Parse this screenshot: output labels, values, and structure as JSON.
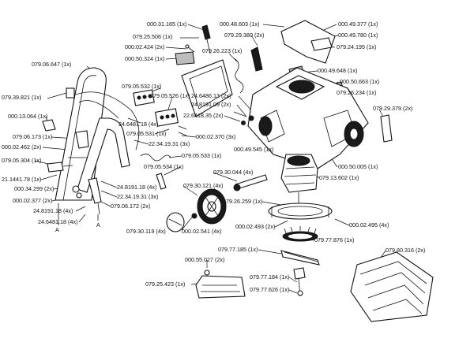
{
  "labels": [
    {
      "id": "l1",
      "text": "000.31.165 (1x)"
    },
    {
      "id": "l2",
      "text": "079.25.506 (1x)"
    },
    {
      "id": "l3",
      "text": "000.02.424 (2x)"
    },
    {
      "id": "l4",
      "text": "000.50.324 (1x)"
    },
    {
      "id": "l5",
      "text": "079.26.223 (1x)"
    },
    {
      "id": "l6",
      "text": "000.48.603 (1x)"
    },
    {
      "id": "l7",
      "text": "000.49.377 (1x)"
    },
    {
      "id": "l8",
      "text": "079.29.380 (2x)"
    },
    {
      "id": "l9",
      "text": "000.49.780 (1x)"
    },
    {
      "id": "l10",
      "text": "079.24.195 (1x)"
    },
    {
      "id": "l11",
      "text": "079.06.647 (1x)"
    },
    {
      "id": "l12",
      "text": "079.39.821 (1x)"
    },
    {
      "id": "l13",
      "text": "079.05.532 (1x)"
    },
    {
      "id": "l14",
      "text": "079.05.526 (1x)"
    },
    {
      "id": "l15",
      "text": "000.49.648 (1x)"
    },
    {
      "id": "l16",
      "text": "000.50.663 (1x)"
    },
    {
      "id": "l17",
      "text": "079.26.234 (1x)"
    },
    {
      "id": "l18",
      "text": "079.29.379 (2x)"
    },
    {
      "id": "l19",
      "text": "24.6486.13 (2x)"
    },
    {
      "id": "l20",
      "text": "24.8191.09 (2x)"
    },
    {
      "id": "l21",
      "text": "22.6418.35 (2x)"
    },
    {
      "id": "l22",
      "text": "000.13.064 (1x)"
    },
    {
      "id": "l23",
      "text": "24.6481.18 (4x)"
    },
    {
      "id": "l24",
      "text": "079.05.531 (1x)"
    },
    {
      "id": "l25",
      "text": "000.02.370 (3x)"
    },
    {
      "id": "l26",
      "text": "079.06.173 (1x)"
    },
    {
      "id": "l27",
      "text": "22.34.19.31 (3x)"
    },
    {
      "id": "l28",
      "text": "000.02.462 (2x)"
    },
    {
      "id": "l29",
      "text": "079.05.533 (1x)"
    },
    {
      "id": "l30",
      "text": "000.49.545 (1x)"
    },
    {
      "id": "l31",
      "text": "079.05.304 (1x)"
    },
    {
      "id": "l32",
      "text": "079.05.534 (1x)"
    },
    {
      "id": "l33",
      "text": "000.50.005 (1x)"
    },
    {
      "id": "l34",
      "text": "079.30.044 (4x)"
    },
    {
      "id": "l35",
      "text": "079.13.602 (1x)"
    },
    {
      "id": "l36",
      "text": "21.1441.78 (1x)"
    },
    {
      "id": "l37",
      "text": "24.8191.18 (4x)"
    },
    {
      "id": "l38",
      "text": "079.30.121 (4x)"
    },
    {
      "id": "l39",
      "text": "000.34.299 (2x)"
    },
    {
      "id": "l40",
      "text": "22.34.19.31 (3x)"
    },
    {
      "id": "l41",
      "text": "000.02.377 (2x)"
    },
    {
      "id": "l42",
      "text": "079.06.172 (2x)"
    },
    {
      "id": "l43",
      "text": "079.26.259 (1x)"
    },
    {
      "id": "l44",
      "text": "24.8191.18 (4x)"
    },
    {
      "id": "l45",
      "text": "24.6481.18 (4x)"
    },
    {
      "id": "l46",
      "text": "000.02.495 (4x)"
    },
    {
      "id": "l47",
      "text": "000.02.493 (2x)"
    },
    {
      "id": "l48",
      "text": "079.30.119 (4x)"
    },
    {
      "id": "l49",
      "text": "000.02.541 (4x)"
    },
    {
      "id": "l50",
      "text": "079.77.876 (1x)"
    },
    {
      "id": "l51",
      "text": "079.77.185 (1x)"
    },
    {
      "id": "l52",
      "text": "079.80.316 (2x)"
    },
    {
      "id": "l53",
      "text": "000.55.027 (2x)"
    },
    {
      "id": "l54",
      "text": "079.25.423 (1x)"
    },
    {
      "id": "l55",
      "text": "079.77.184 (1x)"
    },
    {
      "id": "l56",
      "text": "079.77.626 (1x)"
    }
  ],
  "markers": {
    "a1": "A",
    "a2": "A"
  }
}
